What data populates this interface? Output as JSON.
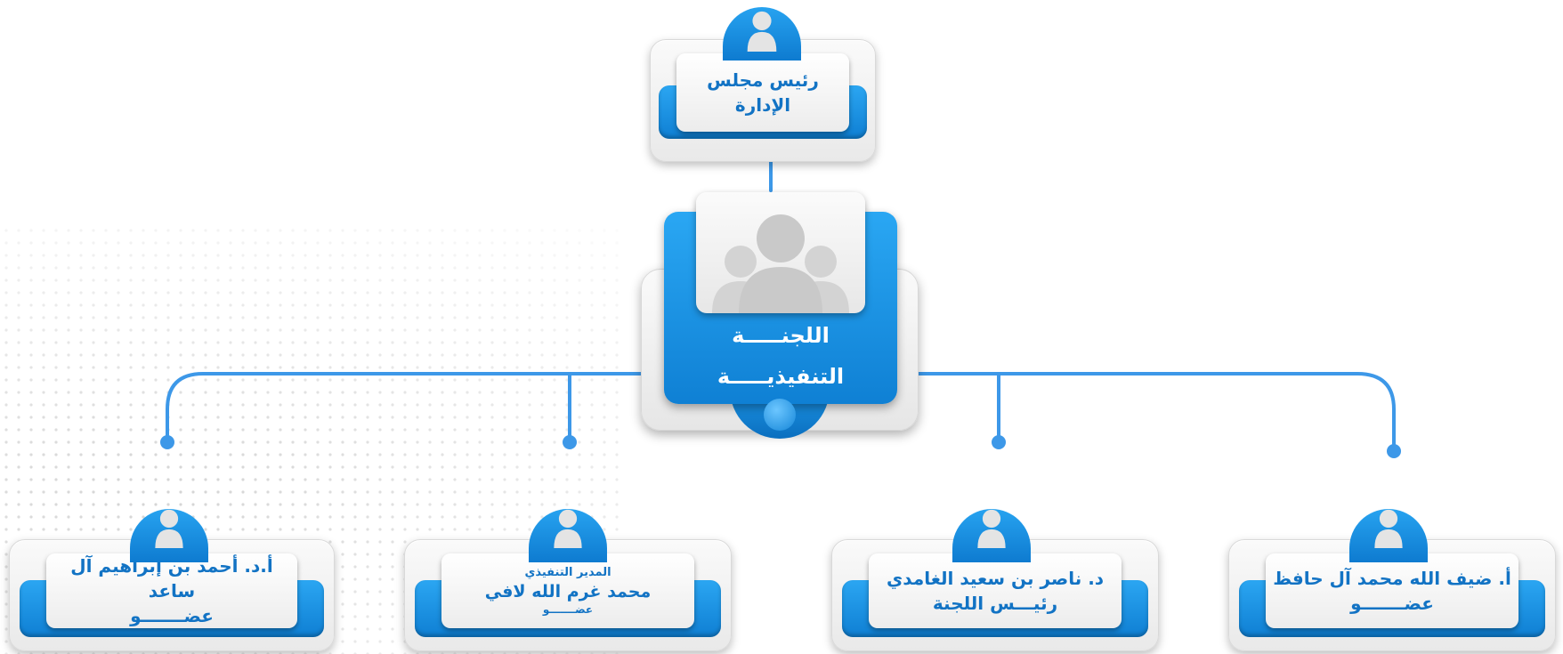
{
  "chairman": {
    "title": "رئيس مجلس الإدارة"
  },
  "committee": {
    "title_line1": "اللجنـــــة",
    "title_line2": "التنفيذيـــــة"
  },
  "members": [
    {
      "name": "أ.د. أحمد بن إبراهيم آل ساعد",
      "role": "عضـــــــو"
    },
    {
      "subtitle": "المدير التنفيذي",
      "name": "محمد غرم الله لافي",
      "role": "عضـــــــو"
    },
    {
      "name": "د. ناصر بن سعيد الغامدي",
      "role": "رئيـــس اللجنة"
    },
    {
      "name": "أ. ضيف الله محمد آل حافظ",
      "role": "عضـــــــو"
    }
  ],
  "colors": {
    "accent_blue": "#1a8fe3",
    "text_blue": "#1273c4",
    "connector_blue": "#3d98e8",
    "card_gray": "#efefef"
  },
  "icons": [
    "person-icon",
    "group-icon"
  ]
}
